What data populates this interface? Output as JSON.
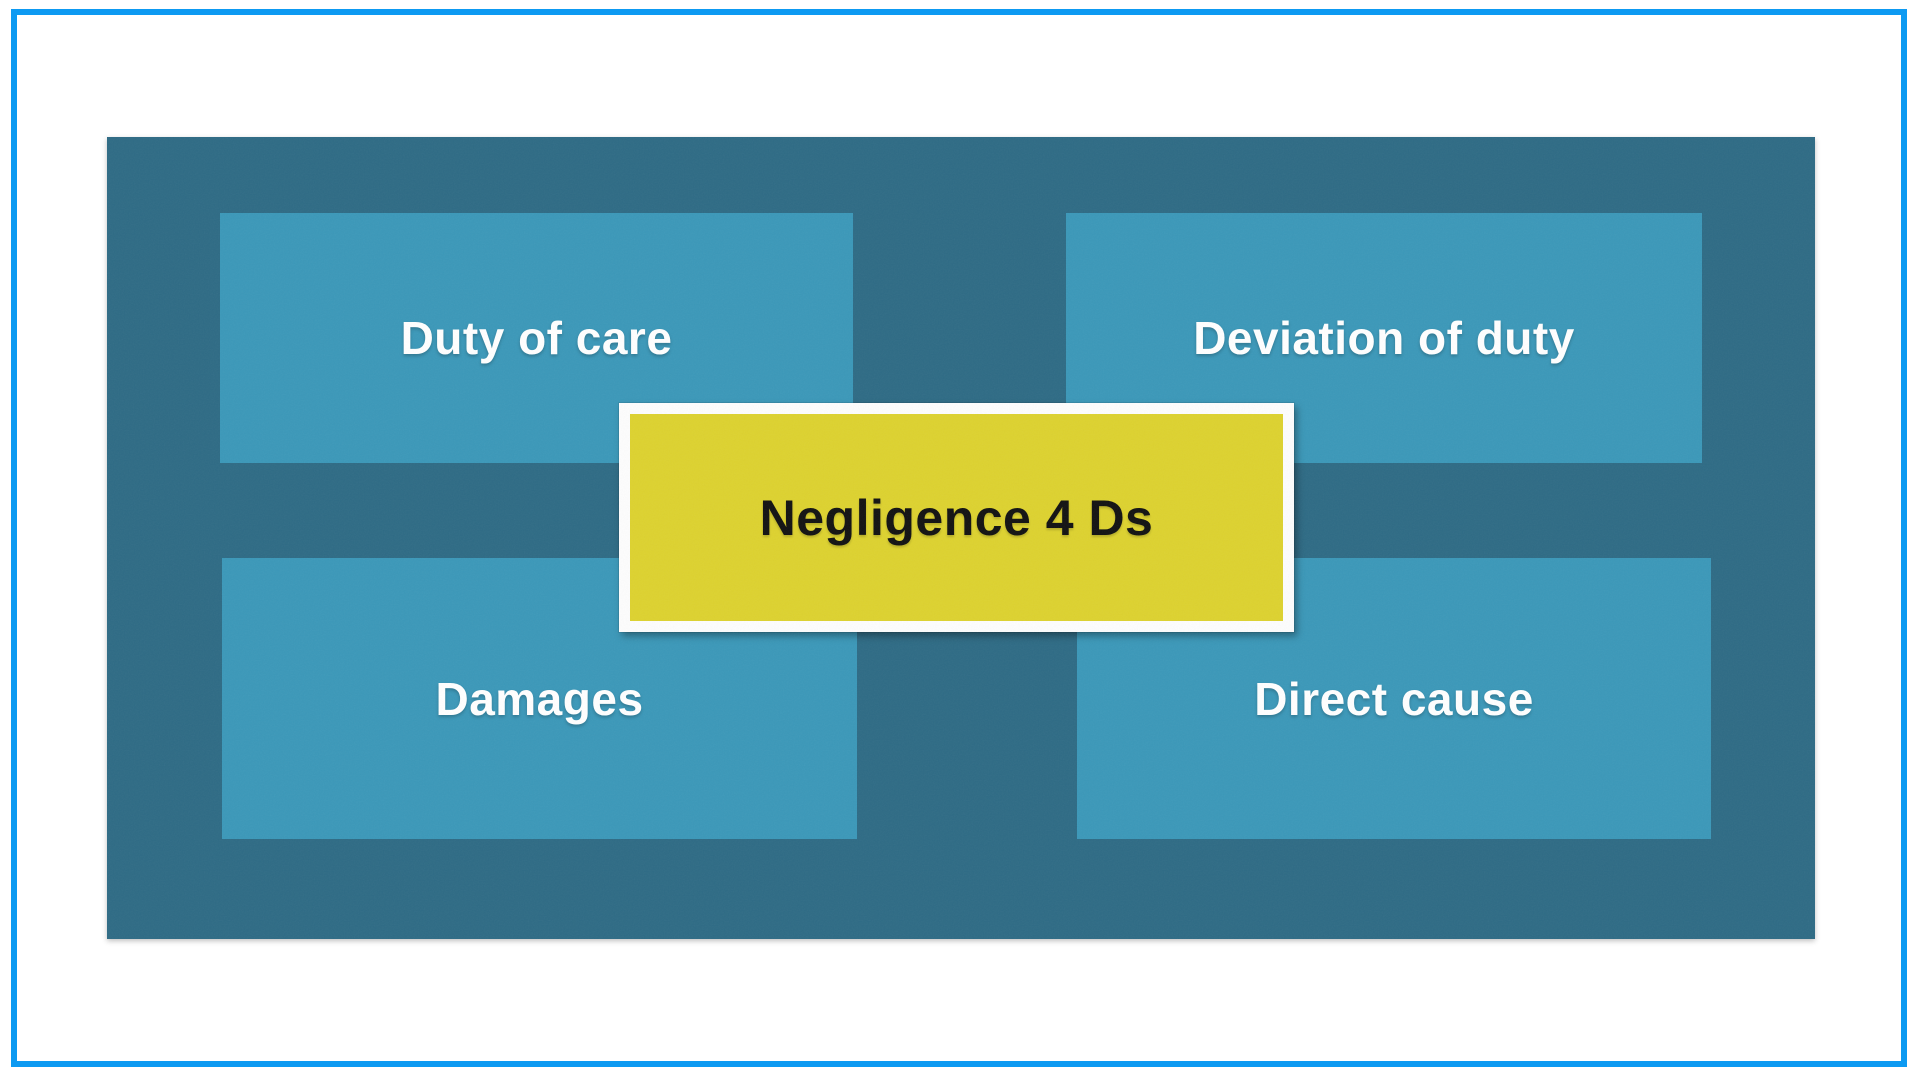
{
  "diagram": {
    "center": {
      "label": "Negligence 4 Ds"
    },
    "quadrants": [
      {
        "id": "duty-of-care",
        "label": "Duty of care",
        "position": "top-left"
      },
      {
        "id": "deviation-of-duty",
        "label": "Deviation of duty",
        "position": "top-right"
      },
      {
        "id": "damages",
        "label": "Damages",
        "position": "bottom-left"
      },
      {
        "id": "direct-cause",
        "label": "Direct cause",
        "position": "bottom-right"
      }
    ]
  },
  "colors": {
    "page_white": "#ffffff",
    "frame_blue": "#0d9af2",
    "panel_dark_teal": "#2e6b85",
    "box_teal": "#3b98b9",
    "center_yellow": "#ddd22f",
    "center_frame_white": "#fdfdfd",
    "text_white": "#ffffff",
    "text_black": "#121212"
  }
}
